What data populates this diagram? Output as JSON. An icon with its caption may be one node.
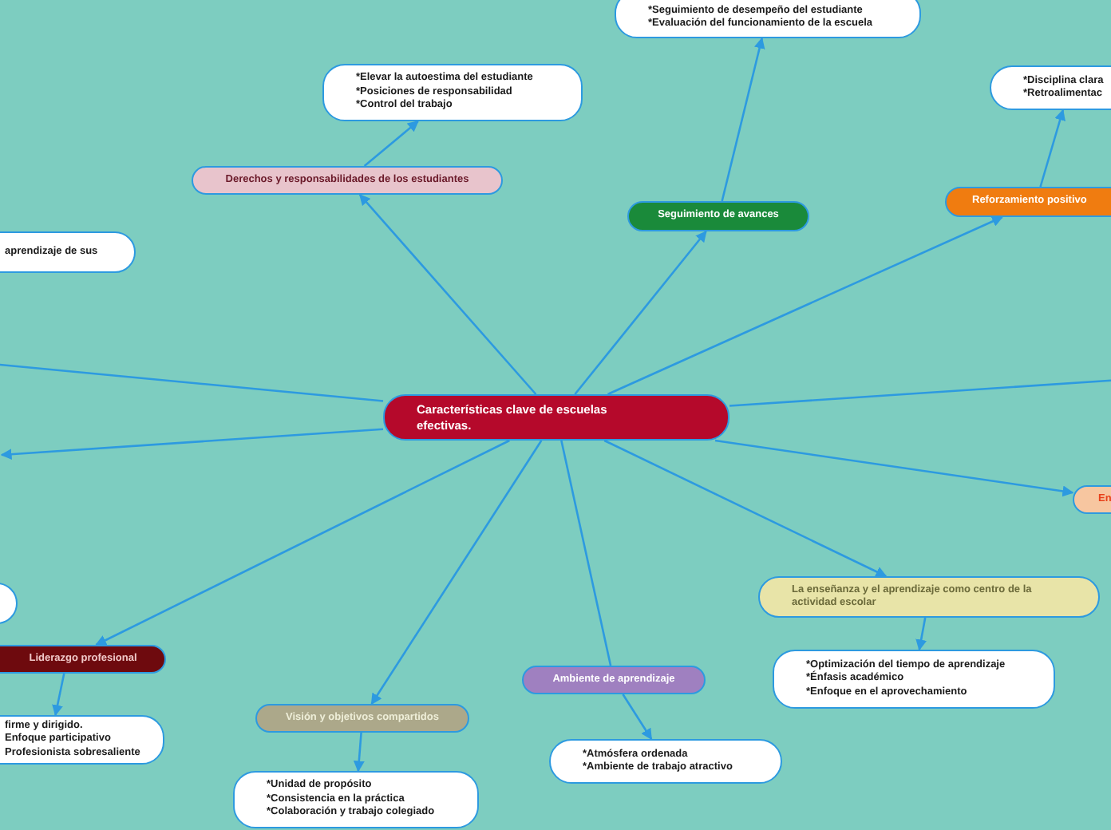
{
  "diagram": {
    "nodes": [
      {
        "text": [
          "Características clave de escuelas efectivas."
        ]
      },
      {
        "text": [
          "*Seguimiento de desempeño del estudiante",
          "*Evaluación del funcionamiento de la escuela"
        ]
      },
      {
        "text": [
          "*Elevar la autoestima del estudiante",
          "*Posiciones de responsabilidad",
          "*Control del trabajo"
        ]
      },
      {
        "text": [
          "*Disciplina clara",
          "*Retroalimentac"
        ]
      },
      {
        "text": [
          "Derechos y responsabilidades de los estudiantes"
        ]
      },
      {
        "text": [
          "Reforzamiento positivo"
        ]
      },
      {
        "text": [
          "Seguimiento de avances"
        ]
      },
      {
        "text": [
          "aprendizaje de sus"
        ]
      },
      {
        "text": [
          "En"
        ]
      },
      {
        "text": [
          "La enseñanza y el aprendizaje como centro de la actividad escolar"
        ]
      },
      {
        "text": [],
        "shape": "box"
      },
      {
        "text": [
          "Liderazgo profesional"
        ]
      },
      {
        "text": [
          "*Optimización del tiempo de aprendizaje",
          "*Énfasis académico",
          "*Enfoque en el aprovechamiento"
        ]
      },
      {
        "text": [
          "Ambiente de aprendizaje"
        ]
      },
      {
        "text": [
          "Visión y objetivos compartidos"
        ]
      },
      {
        "text": [
          "firme y dirigido.",
          "Enfoque participativo",
          "Profesionista sobresaliente"
        ]
      },
      {
        "text": [
          "*Atmósfera ordenada",
          "*Ambiente de trabajo atractivo"
        ]
      },
      {
        "text": [
          "*Unidad de propósito",
          "*Consistencia en la práctica",
          "*Colaboración y trabajo colegiado"
        ]
      }
    ],
    "edges": [
      {
        "from": 0,
        "to": 4,
        "arrow": "to"
      },
      {
        "from": 4,
        "to": 2,
        "arrow": "to"
      },
      {
        "from": 0,
        "to": 6,
        "arrow": "to"
      },
      {
        "from": 6,
        "to": 1,
        "arrow": "to"
      },
      {
        "from": 0,
        "to": 5,
        "arrow": "to"
      },
      {
        "from": 5,
        "to": 3,
        "arrow": "to"
      },
      {
        "from": 0,
        "to": null,
        "arrow": "none"
      },
      {
        "from": 0,
        "to": null,
        "arrow": "to"
      },
      {
        "from": 0,
        "to": null,
        "arrow": "none"
      },
      {
        "from": 0,
        "to": 8,
        "arrow": "to"
      },
      {
        "from": 0,
        "to": 9,
        "arrow": "to"
      },
      {
        "from": 9,
        "to": 12,
        "arrow": "to"
      },
      {
        "from": 0,
        "to": 13,
        "arrow": "none"
      },
      {
        "from": 13,
        "to": 16,
        "arrow": "to"
      },
      {
        "from": 0,
        "to": 14,
        "arrow": "to"
      },
      {
        "from": 14,
        "to": 17,
        "arrow": "to"
      },
      {
        "from": 0,
        "to": 11,
        "arrow": "to"
      },
      {
        "from": 11,
        "to": 15,
        "arrow": "to"
      }
    ]
  }
}
